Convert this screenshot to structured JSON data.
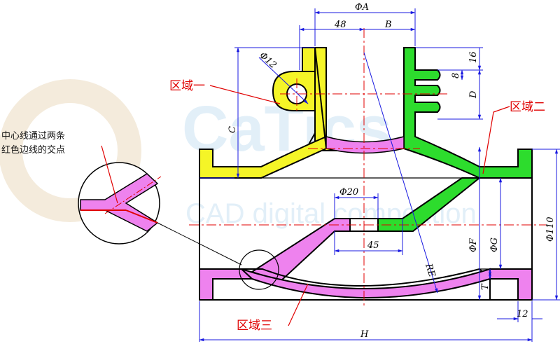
{
  "labels": {
    "region1": "区域一",
    "region2": "区域二",
    "region3": "区域三",
    "note_line1": "中心线通过两条",
    "note_line2": "红色边线的交点"
  },
  "dimensions": {
    "phi_a": "ΦA",
    "d48": "48",
    "b": "B",
    "d16": "16",
    "phi12": "Φ12",
    "d8": "8",
    "d": "D",
    "c": "C",
    "phi20": "Φ20",
    "d45": "45",
    "phi_f": "ΦF",
    "phi_g": "ΦG",
    "phi110": "Φ110",
    "re": "RE",
    "t": "T",
    "d12": "12",
    "h": "H"
  },
  "watermark": {
    "brand": "CaTics",
    "tagline": "CAD digital competition"
  },
  "colors": {
    "yellow": "#f5f527",
    "green": "#2ddc2d",
    "magenta": "#ee82ee",
    "dim_blue": "#1818e0",
    "center_red": "#e00000",
    "outline": "#000000"
  }
}
